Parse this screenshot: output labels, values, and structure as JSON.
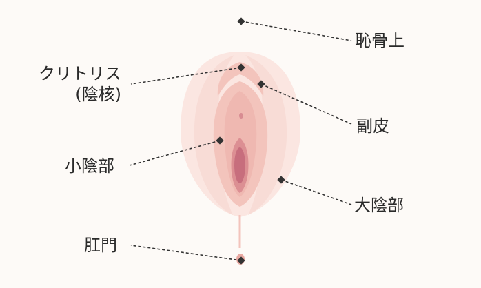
{
  "labels": {
    "mons_pubis": "恥骨上",
    "clitoris_line1": "クリトリス",
    "clitoris_line2": "(陰核)",
    "clitoral_hood": "副皮",
    "labia_minora": "小陰部",
    "labia_majora": "大陰部",
    "anus": "肛門"
  },
  "colors": {
    "outer_light": "#fbe6e1",
    "outer_mid": "#f6d3cc",
    "inner": "#f3c4bc",
    "inner_deep": "#e9a9a2",
    "vestibule": "#dc8f93",
    "opening": "#c76e7d",
    "line": "#333333",
    "marker": "#333333"
  }
}
